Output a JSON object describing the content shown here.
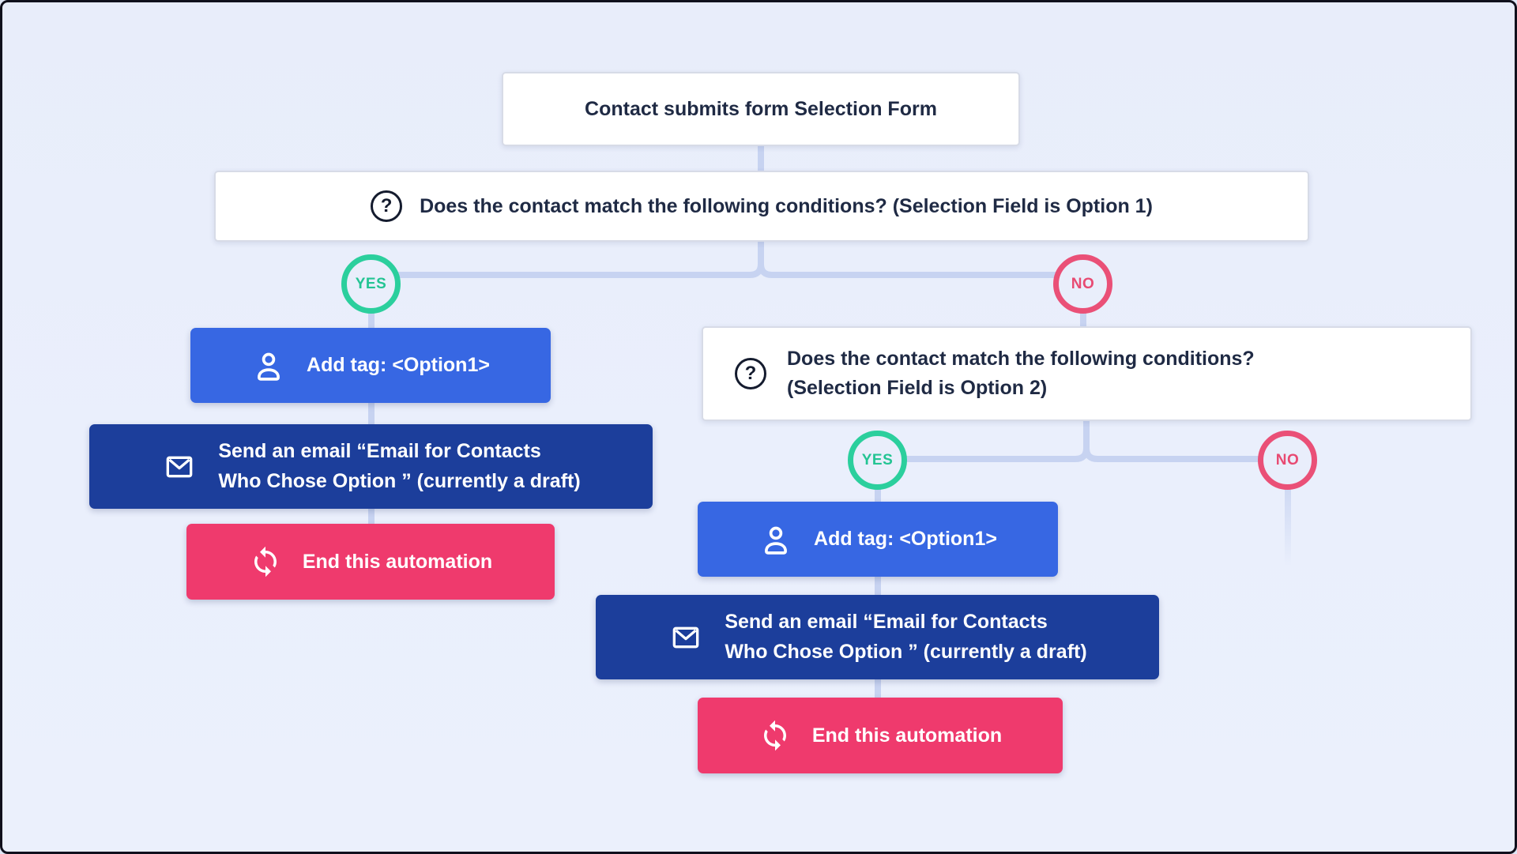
{
  "flow": {
    "trigger": {
      "label": "Contact submits form Selection Form"
    },
    "condition1": {
      "label": "Does the contact match the following conditions? (Selection Field is Option 1)"
    },
    "branch1": {
      "yes_label": "YES",
      "no_label": "NO"
    },
    "add_tag_1": {
      "label": "Add tag: <Option1>"
    },
    "send_email_1": {
      "line1": "Send an email “Email for Contacts",
      "line2": "Who Chose Option ” (currently a draft)"
    },
    "end_1": {
      "label": "End this automation"
    },
    "condition2": {
      "line1": "Does the contact match the following conditions?",
      "line2": "(Selection Field is Option 2)"
    },
    "branch2": {
      "yes_label": "YES",
      "no_label": "NO"
    },
    "add_tag_2": {
      "label": "Add tag: <Option1>"
    },
    "send_email_2": {
      "line1": "Send an email “Email for Contacts",
      "line2": "Who Chose Option ” (currently a draft)"
    },
    "end_2": {
      "label": "End this automation"
    }
  },
  "icons": {
    "question_glyph": "?",
    "question": "question-mark-icon",
    "person": "person-icon",
    "envelope": "envelope-icon",
    "refresh": "refresh-icon"
  },
  "colors": {
    "background": "#e9eefb",
    "connector": "#c7d3f1",
    "action_blue": "#3767e3",
    "action_navy": "#1c3e9b",
    "action_pink": "#ef3a6d",
    "yes_green": "#2bcf9d",
    "no_rose": "#ea5077",
    "text_dark": "#1f2a44",
    "box_border": "#d7dbe7"
  }
}
